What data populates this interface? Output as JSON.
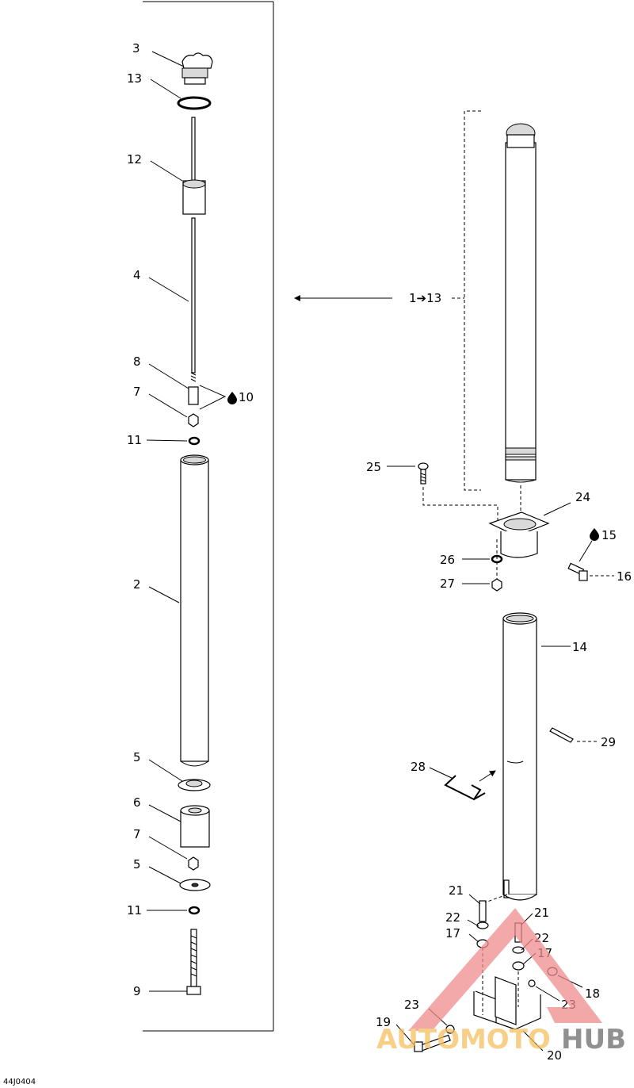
{
  "diagram_code": "44J0404",
  "arrow_label": "1➔13",
  "lubricant_symbol": "oil-drop-icon",
  "watermark": {
    "text_part1": "AUTOMOTO",
    "text_part2": "HUB",
    "color_primary": "#f2a7a7",
    "color_accent": "#f5c060"
  },
  "labels": {
    "l3": "3",
    "l13": "13",
    "l12": "12",
    "l4": "4",
    "l8": "8",
    "l7a": "7",
    "l10": "10",
    "l11a": "11",
    "l2": "2",
    "l5a": "5",
    "l6": "6",
    "l7b": "7",
    "l5b": "5",
    "l11b": "11",
    "l9": "9",
    "l25": "25",
    "l24": "24",
    "l15": "15",
    "l16": "16",
    "l26": "26",
    "l27": "27",
    "l14": "14",
    "l29": "29",
    "l28": "28",
    "l21a": "21",
    "l21b": "21",
    "l22a": "22",
    "l22b": "22",
    "l17a": "17",
    "l17b": "17",
    "l18": "18",
    "l23a": "23",
    "l23b": "23",
    "l19": "19",
    "l20": "20"
  }
}
